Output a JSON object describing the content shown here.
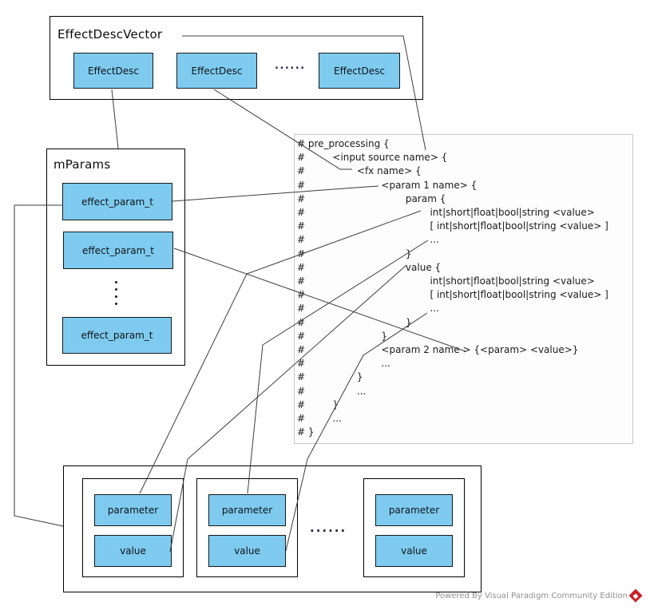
{
  "top_box": {
    "title": "EffectDescVector",
    "items": [
      "EffectDesc",
      "EffectDesc",
      "EffectDesc"
    ],
    "ellipsis": "......"
  },
  "mparams": {
    "title": "mParams",
    "items": [
      "effect_param_t",
      "effect_param_t",
      "effect_param_t"
    ]
  },
  "code": {
    "lines": [
      "# pre_processing {",
      "#         <input source name> {",
      "#                 <fx name> {",
      "#                         <param 1 name> {",
      "#                                 param {",
      "#                                         int|short|float|bool|string <value>",
      "#                                         [ int|short|float|bool|string <value> ]",
      "#                                         ...",
      "#                                 }",
      "#                                 value {",
      "#                                         int|short|float|bool|string <value>",
      "#                                         [ int|short|float|bool|string <value> ]",
      "#                                         ...",
      "#                                 }",
      "#                         }",
      "#                         <param 2 name > {<param> <value>}",
      "#                         ...",
      "#                 }",
      "#                 ...",
      "#         }",
      "#         ...",
      "# }"
    ]
  },
  "bottom_box": {
    "groups": [
      {
        "parameter": "parameter",
        "value": "value"
      },
      {
        "parameter": "parameter",
        "value": "value"
      },
      {
        "parameter": "parameter",
        "value": "value"
      }
    ],
    "ellipsis": "......"
  },
  "footer": {
    "watermark": "Powered By Visual Paradigm Community Edition"
  },
  "colors": {
    "node_fill": "#7ECBEF",
    "node_border": "#15191d",
    "line": "#3c3c3c",
    "code_background": "#fdfdfd",
    "code_border": "#c9c9c9",
    "watermark_gray": "#8f8f8f",
    "logo_red": "#cb2026"
  }
}
